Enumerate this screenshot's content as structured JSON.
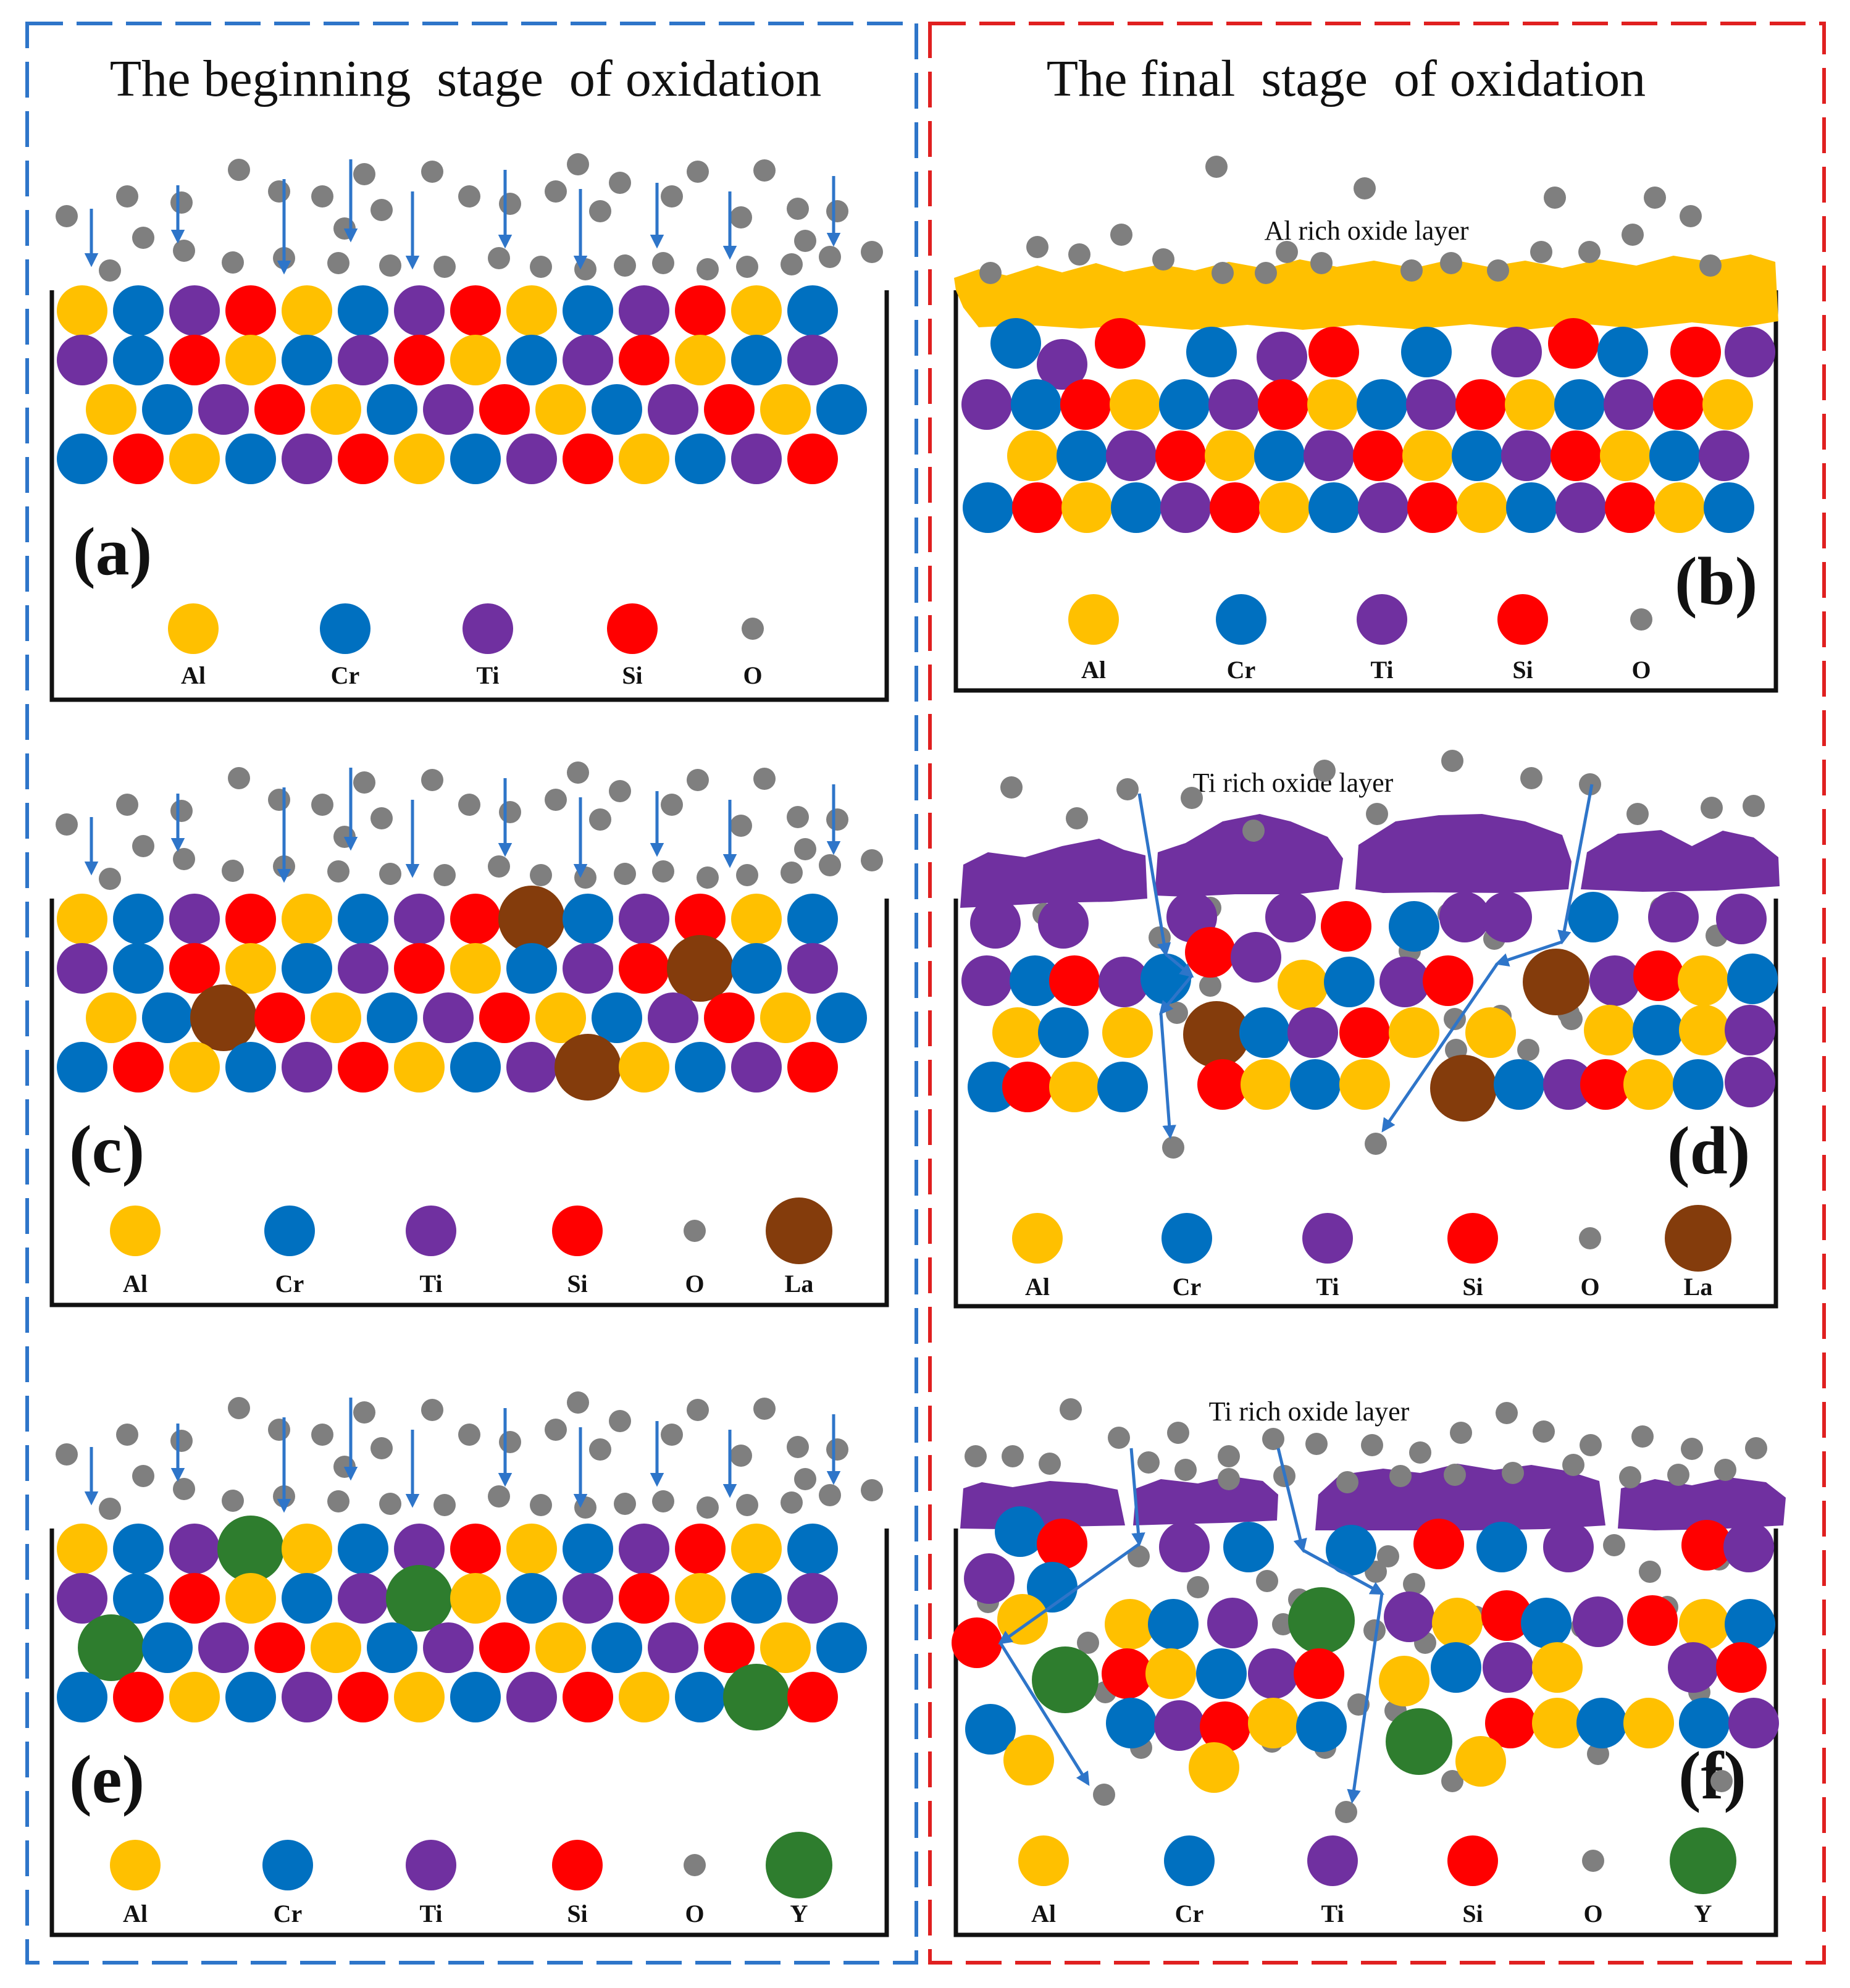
{
  "titles": {
    "left": "The beginning  stage  of oxidation",
    "right": "The final  stage  of oxidation"
  },
  "colors": {
    "Al": "#FFC000",
    "Cr": "#0070C0",
    "Ti": "#7030A0",
    "Si": "#FF0000",
    "O": "#7F7F7F",
    "La": "#843C0C",
    "Y": "#2E7D2E",
    "arrow": "#2E75C9",
    "left_border": "#2E75C9",
    "right_border": "#E02020"
  },
  "panels": [
    {
      "id": "a",
      "label": "(a)",
      "stage": "beginning",
      "legend": [
        "Al",
        "Cr",
        "Ti",
        "Si",
        "O"
      ]
    },
    {
      "id": "b",
      "label": "(b)",
      "stage": "final",
      "oxide_layer_label": "Al rich oxide layer",
      "legend": [
        "Al",
        "Cr",
        "Ti",
        "Si",
        "O"
      ]
    },
    {
      "id": "c",
      "label": "(c)",
      "stage": "beginning",
      "legend": [
        "Al",
        "Cr",
        "Ti",
        "Si",
        "O",
        "La"
      ]
    },
    {
      "id": "d",
      "label": "(d)",
      "stage": "final",
      "oxide_layer_label": "Ti rich oxide layer",
      "legend": [
        "Al",
        "Cr",
        "Ti",
        "Si",
        "O",
        "La"
      ]
    },
    {
      "id": "e",
      "label": "(e)",
      "stage": "beginning",
      "legend": [
        "Al",
        "Cr",
        "Ti",
        "Si",
        "O",
        "Y"
      ]
    },
    {
      "id": "f",
      "label": "(f)",
      "stage": "final",
      "oxide_layer_label": "Ti rich oxide layer",
      "legend": [
        "Al",
        "Cr",
        "Ti",
        "Si",
        "O",
        "Y"
      ]
    }
  ]
}
